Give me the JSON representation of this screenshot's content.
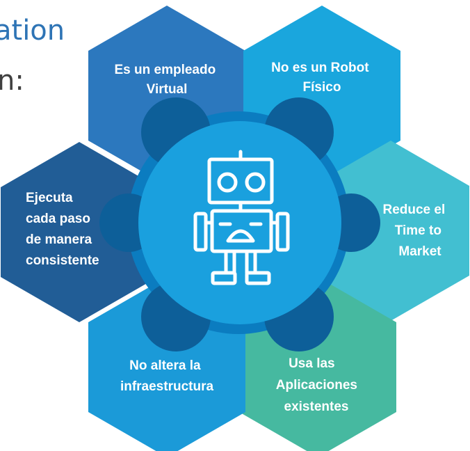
{
  "background_text": {
    "fragment_1": "ation",
    "fragment_2": "n:"
  },
  "diagram": {
    "center_icon": "robot-icon",
    "colors": {
      "center_circle": "#1aa0de",
      "center_ring": "#0b7cc0",
      "ring_accent": "#0d5f99",
      "label": "#ffffff",
      "icon_stroke": "#ffffff"
    },
    "hexagons": [
      {
        "id": "top-left",
        "lines": [
          "Es un empleado",
          "Virtual"
        ],
        "color": "#2c78be"
      },
      {
        "id": "top-right",
        "lines": [
          "No es un Robot",
          "Físico"
        ],
        "color": "#1aa6dd"
      },
      {
        "id": "right",
        "lines": [
          "Reduce el",
          "Time to",
          "Market"
        ],
        "color": "#42bfd1"
      },
      {
        "id": "bottom-right",
        "lines": [
          "Usa las",
          "Aplicaciones",
          "existentes"
        ],
        "color": "#46b9a0"
      },
      {
        "id": "bottom-left",
        "lines": [
          "No altera la",
          "infraestructura"
        ],
        "color": "#1b9ad8"
      },
      {
        "id": "left",
        "lines": [
          "Ejecuta",
          "cada paso",
          "de manera",
          "consistente"
        ],
        "color": "#215d96"
      }
    ]
  }
}
